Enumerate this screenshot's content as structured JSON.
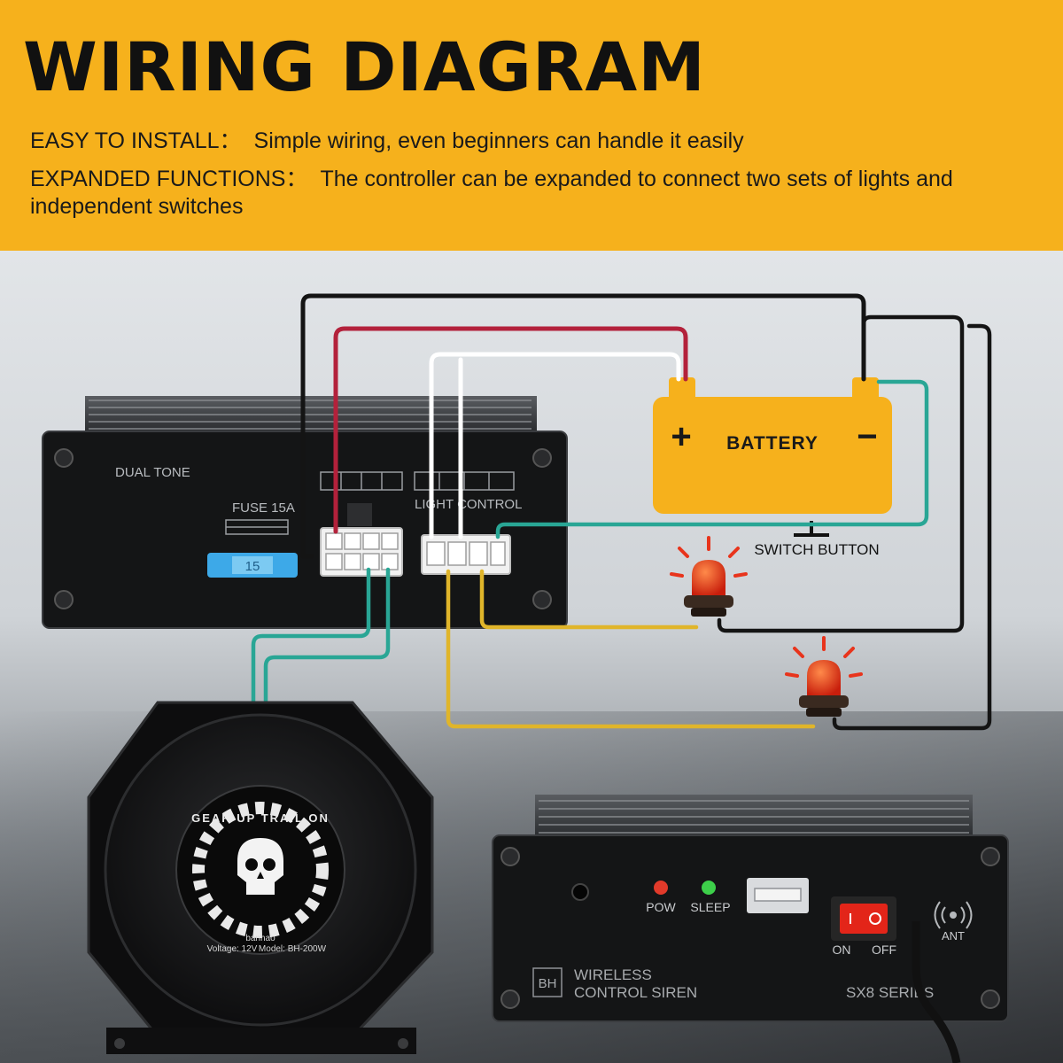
{
  "header": {
    "title": "WIRING DIAGRAM",
    "features": [
      {
        "label": "EASY TO INSTALL：",
        "text": "Simple wiring, even beginners can handle it easily"
      },
      {
        "label": "EXPANDED FUNCTIONS：",
        "text": "The controller can be expanded to connect two sets of lights and independent switches"
      }
    ]
  },
  "controller": {
    "model_label": "DUAL TONE",
    "fuse_label": "FUSE 15A",
    "fuse_value": "15",
    "light_control_label": "LIGHT CONTROL"
  },
  "battery": {
    "label": "BATTERY",
    "plus": "+",
    "minus": "−"
  },
  "switch": {
    "label": "SWITCH BUTTON"
  },
  "speaker": {
    "brand_ring": "GEAR UP TRAIL ON",
    "brand": "banhao",
    "voltage": "Voltage: 12V",
    "model": "Model: BH-200W"
  },
  "siren_unit": {
    "pow_label": "POW",
    "sleep_label": "SLEEP",
    "on_label": "ON",
    "off_label": "OFF",
    "ant_label": "ANT",
    "logo": "BH",
    "name_line1": "WIRELESS",
    "name_line2": "CONTROL SIREN",
    "series": "SX8 SERIES"
  },
  "colors": {
    "header_bg": "#f6b11c",
    "battery": "#f6b11c",
    "wire_red": "#b3213b",
    "wire_black": "#141414",
    "wire_white": "#ffffff",
    "wire_teal": "#29a695",
    "wire_yellow": "#e0b52a",
    "beacon": "#e8341c"
  }
}
